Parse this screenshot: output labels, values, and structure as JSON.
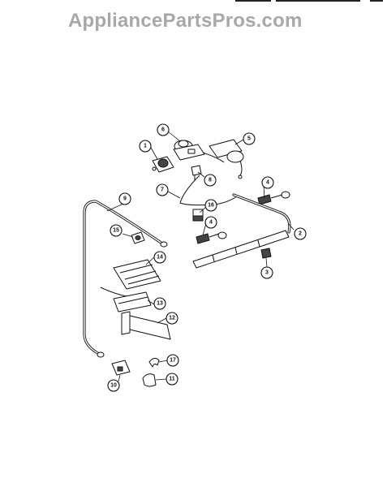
{
  "watermark": "AppliancePartsPros.com",
  "callouts": [
    "1",
    "2",
    "3",
    "4",
    "4",
    "5",
    "6",
    "7",
    "8",
    "9",
    "10",
    "11",
    "12",
    "13",
    "14",
    "15",
    "16",
    "17"
  ]
}
